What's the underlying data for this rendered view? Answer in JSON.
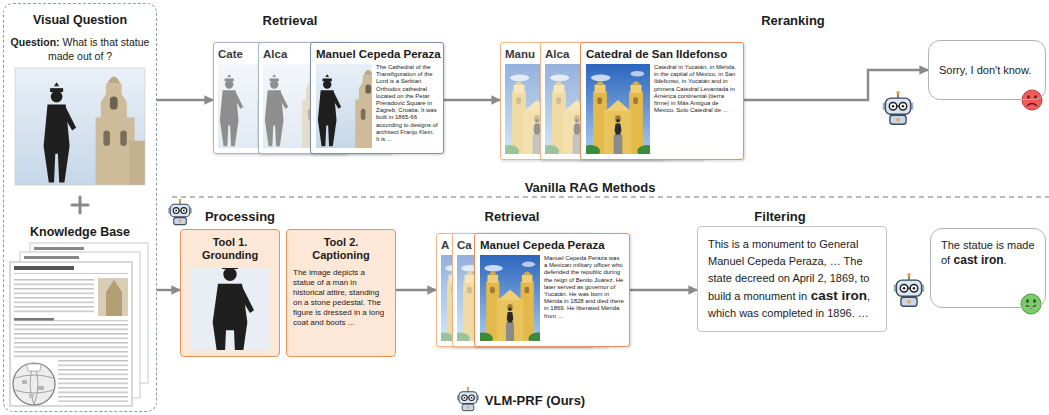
{
  "diagram": {
    "nodes": [
      {
        "text": [
          "Visual Question",
          "Question:",
          "What is that statue made out of ?",
          "Knowledge Base"
        ]
      },
      {
        "text": [
          "Cate"
        ]
      },
      {
        "text": [
          "Alca"
        ]
      },
      {
        "text": [
          "Manuel Cepeda Peraza",
          "The Cathedral of the Transfiguration of the Lord is a Serbian Orthodox cathedral located on the Petar Preradović Square in Zagreb, Croatia. It was built in 1865-66 according to designs of architect Franjo Klein. It is ..."
        ]
      },
      {
        "text": [
          "Manu"
        ]
      },
      {
        "text": [
          "Alca"
        ]
      },
      {
        "text": [
          "Catedral de San Ildefonso",
          "Catedral in Yucatán, in Mérida, in the capital of México, in San Ildefonso, in Yucatán and in primera Catedral Levantada in América continental (tierra firme) in Más Antigua de México. Solo Catedral de ..."
        ]
      },
      {
        "text": [
          "Sorry, I don't know."
        ]
      },
      {
        "text": [
          "Tool 1. Grounding"
        ]
      },
      {
        "text": [
          "Tool 2. Captioning",
          "The image depicts a statue of a man in historical attire, standing on a stone pedestal. The figure is dressed in a long coat and boots ..."
        ]
      },
      {
        "text": [
          "A"
        ]
      },
      {
        "text": [
          "Ca"
        ]
      },
      {
        "text": [
          "Manuel Cepeda Peraza",
          "Manuel Cepeda Peraza was a Mexican military officer who defended the republic during the reign of Benito Juárez. He later served as governor of Yucatán. He was born in Mérida in 1828 and died there in 1869. He liberated Mérida from ..."
        ]
      },
      {
        "text": [
          "This is a monument to General Manuel Cepeda Peraza, … The state decreed on April 2, 1869, to build a monument in",
          "cast iron",
          ", which was completed in 1896. …"
        ]
      },
      {
        "text": [
          "The statue is made of",
          "cast iron",
          "."
        ]
      }
    ],
    "edges": [
      {
        "from": 0,
        "to": 1,
        "arrow": "to"
      },
      {
        "from": 3,
        "to": 4,
        "arrow": "to"
      },
      {
        "from": 6,
        "to": 7,
        "arrow": "to"
      },
      {
        "from": 0,
        "to": 8,
        "arrow": "to"
      },
      {
        "from": 9,
        "to": 10,
        "arrow": "to"
      },
      {
        "from": 12,
        "to": 13,
        "arrow": "to"
      }
    ],
    "labels": [
      "Retrieval",
      "Reranking",
      "Vanilla RAG Methods",
      "Processing",
      "Retrieval",
      "Filtering",
      "VLM-PRF (Ours)"
    ]
  }
}
